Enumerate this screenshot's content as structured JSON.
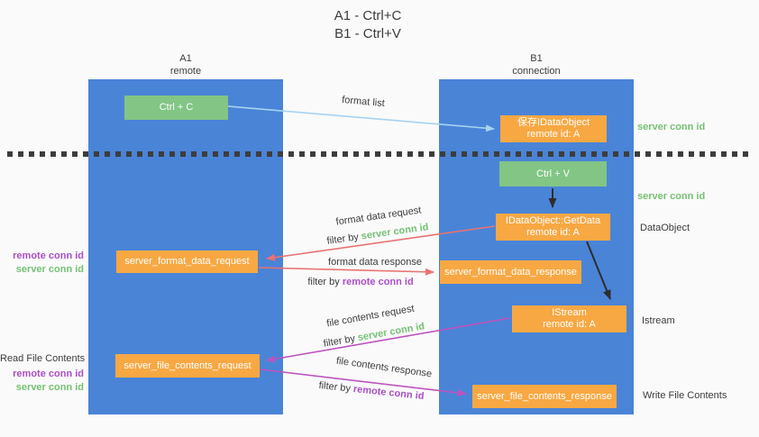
{
  "title": {
    "line1": "A1 - Ctrl+C",
    "line2": "B1 - Ctrl+V"
  },
  "lanes": {
    "a1": {
      "name": "A1",
      "role": "remote"
    },
    "b1": {
      "name": "B1",
      "role": "connection"
    }
  },
  "nodes": {
    "ctrl_c": {
      "label": "Ctrl + C"
    },
    "save_idataobject": {
      "line1": "保存IDataObject",
      "line2": "remote id: A"
    },
    "ctrl_v": {
      "label": "Ctrl + V"
    },
    "idataobject_getdata": {
      "line1": "IDataObject::GetData",
      "line2": "remote id: A"
    },
    "server_format_data_request": {
      "label": "server_format_data_request"
    },
    "server_format_data_response": {
      "label": "server_format_data_response"
    },
    "istream": {
      "line1": "IStream",
      "line2": "remote id: A"
    },
    "server_file_contents_request": {
      "label": "server_file_contents_request"
    },
    "server_file_contents_response": {
      "label": "server_file_contents_response"
    }
  },
  "edges": {
    "format_list": {
      "label": "format list"
    },
    "format_data_request": {
      "label": "format data request",
      "filter_prefix": "filter by",
      "filter_key": "server conn id"
    },
    "format_data_response": {
      "label": "format data response",
      "filter_prefix": "filter by",
      "filter_key": "remote conn id"
    },
    "file_contents_request": {
      "label": "file contents request",
      "filter_prefix": "filter by",
      "filter_key": "server conn id"
    },
    "file_contents_response": {
      "label": "file contents response",
      "filter_prefix": "filter by",
      "filter_key": "remote conn id"
    }
  },
  "side_labels": {
    "right_server_conn_id_1": "server conn id",
    "right_server_conn_id_2": "server conn id",
    "right_dataobject": "DataObject",
    "right_istream": "Istream",
    "right_write_file_contents": "Write File Contents",
    "left_remote_conn_id_1": "remote conn id",
    "left_server_conn_id_1": "server conn id",
    "left_read_file_contents": "Read File Contents",
    "left_remote_conn_id_2": "remote conn id",
    "left_server_conn_id_2": "server conn id"
  },
  "colors": {
    "lane_blue": "#4a84d7",
    "box_green": "#82c585",
    "box_orange": "#f7a843",
    "arrow_blue": "#a5d3ef",
    "arrow_salmon": "#e87272",
    "arrow_magenta": "#bd54be",
    "arrow_black": "#2d2d2d",
    "text_green": "#74c174",
    "text_purple": "#a94fc6",
    "text_dark": "#3c3c3c",
    "background": "#fafafa"
  }
}
